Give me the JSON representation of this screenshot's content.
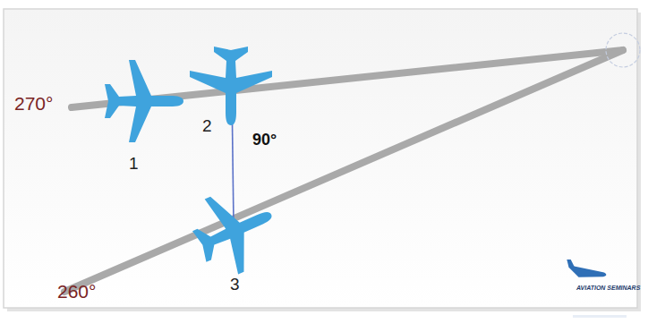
{
  "diagram": {
    "labels": [
      "270°",
      "1",
      "2",
      "90°",
      "3",
      "260°",
      "AVIATION SEMINARS"
    ]
  }
}
